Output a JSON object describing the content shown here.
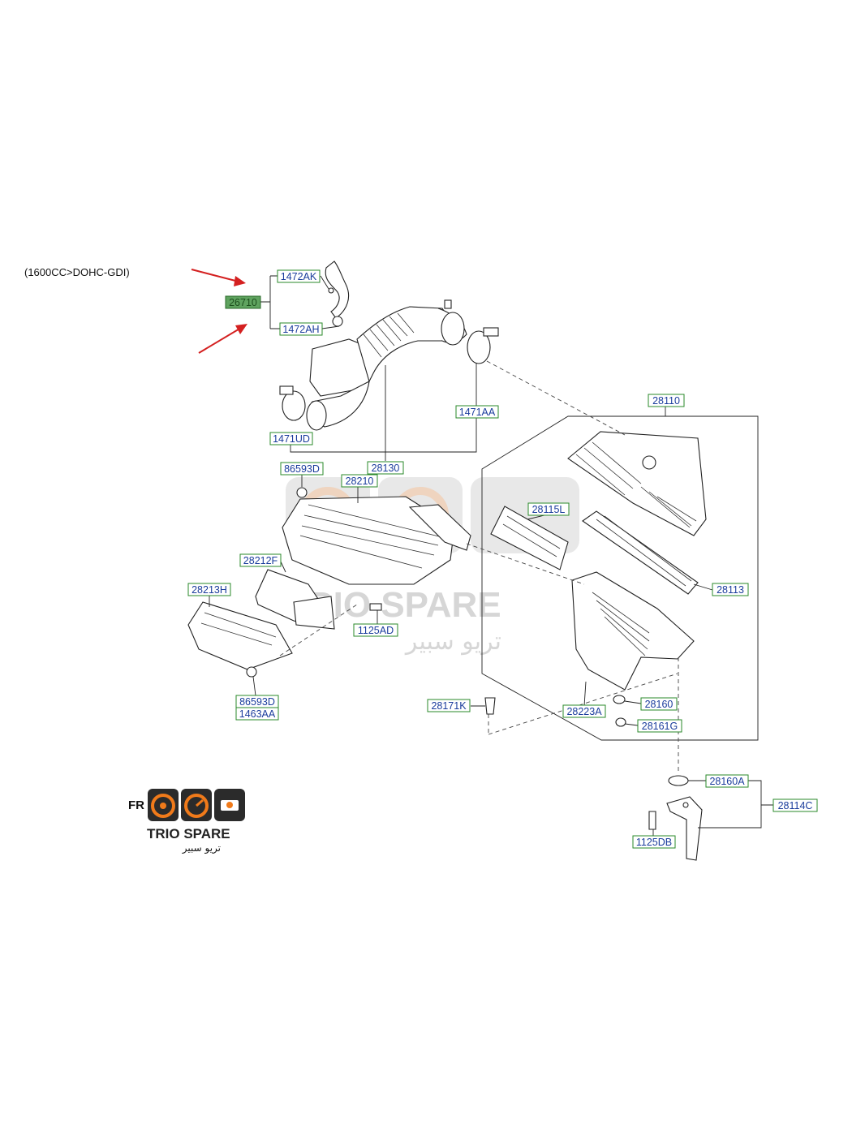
{
  "engine_note": "(1600CC>DOHC-GDI)",
  "highlighted_part": "26710",
  "part_labels": {
    "p1472AK": "1472AK",
    "p1472AH": "1472AH",
    "p1471AA": "1471AA",
    "p1471UD": "1471UD",
    "p28110": "28110",
    "p28130": "28130",
    "p86593D_top": "86593D",
    "p28210": "28210",
    "p28115L": "28115L",
    "p28212F": "28212F",
    "p28113": "28113",
    "p28213H": "28213H",
    "p1125AD": "1125AD",
    "p86593D_bottom": "86593D",
    "p1463AA": "1463AA",
    "p28171K": "28171K",
    "p28223A": "28223A",
    "p28160": "28160",
    "p28161G": "28161G",
    "p28160A": "28160A",
    "p28114C": "28114C",
    "p1125DB": "1125DB"
  },
  "watermark": {
    "title": "TRIO SPARE",
    "arabic": "تريو سبير"
  },
  "logo": {
    "prefix": "FR",
    "title": "TRIO SPARE",
    "arabic": "تريو سبير"
  },
  "colors": {
    "label_border": "#2a8a2a",
    "label_text": "#1a3c9c",
    "highlight_fill": "#5fa35f",
    "arrow": "#d42020",
    "logo_orange": "#f07a1a"
  }
}
